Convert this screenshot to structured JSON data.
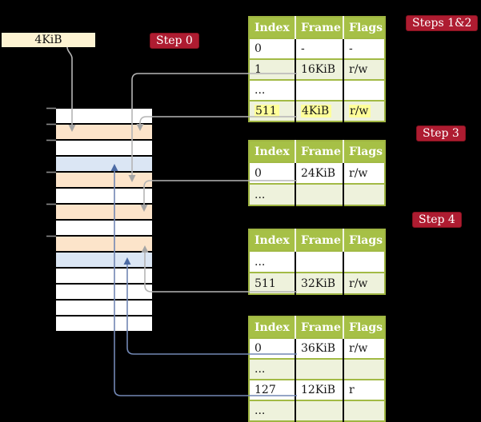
{
  "size_label": {
    "text": "4KiB"
  },
  "badges": {
    "step0": "Step 0",
    "steps12": "Steps 1&2",
    "step3": "Step 3",
    "step4": "Step 4"
  },
  "memory": {
    "rows": [
      "white",
      "orange",
      "white",
      "blue",
      "orange",
      "white",
      "orange",
      "white",
      "orange",
      "blue",
      "white",
      "white",
      "white",
      "white"
    ]
  },
  "tables": [
    {
      "title": "page table steps 1 and 2",
      "headers": [
        "Index",
        "Frame",
        "Flags"
      ],
      "rows": [
        {
          "cells": [
            "0",
            "-",
            "-"
          ]
        },
        {
          "cells": [
            "1",
            "16KiB",
            "r/w"
          ]
        },
        {
          "cells": [
            "...",
            "",
            ""
          ]
        },
        {
          "cells": [
            "511",
            "4KiB",
            "r/w"
          ],
          "highlight": true
        }
      ]
    },
    {
      "title": "page table step 3",
      "headers": [
        "Index",
        "Frame",
        "Flags"
      ],
      "rows": [
        {
          "cells": [
            "0",
            "24KiB",
            "r/w"
          ]
        },
        {
          "cells": [
            "...",
            "",
            ""
          ]
        }
      ]
    },
    {
      "title": "page table step 4",
      "headers": [
        "Index",
        "Frame",
        "Flags"
      ],
      "rows": [
        {
          "cells": [
            "...",
            "",
            ""
          ]
        },
        {
          "cells": [
            "511",
            "32KiB",
            "r/w"
          ]
        }
      ]
    },
    {
      "title": "page table bottom",
      "headers": [
        "Index",
        "Frame",
        "Flags"
      ],
      "rows": [
        {
          "cells": [
            "0",
            "36KiB",
            "r/w"
          ]
        },
        {
          "cells": [
            "...",
            "",
            ""
          ]
        },
        {
          "cells": [
            "127",
            "12KiB",
            "r"
          ]
        },
        {
          "cells": [
            "...",
            "",
            ""
          ]
        }
      ]
    }
  ],
  "palette": {
    "header_green": "#a6c046",
    "row_light_green": "#eef2dc",
    "frame_orange": "#fce4ca",
    "frame_blue": "#dbe6f4",
    "label_cream": "#fdf3d2",
    "badge_red": "#ae1c31",
    "highlight_yellow": "#ffff99",
    "arrow_gray": "#b5b5b5",
    "arrow_blue": "#7287b4"
  }
}
